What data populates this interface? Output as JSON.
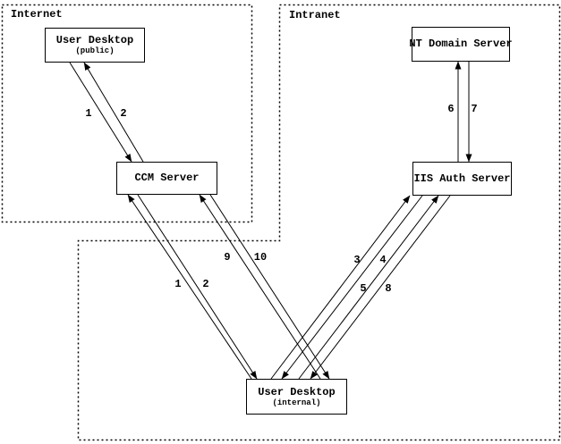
{
  "diagram": {
    "colors": {
      "line": "#000000",
      "background": "#ffffff"
    },
    "zones": {
      "internet": {
        "label": "Internet"
      },
      "intranet": {
        "label": "Intranet"
      }
    },
    "nodes": {
      "user_desktop_public": {
        "title": "User Desktop",
        "subtitle": "(public)"
      },
      "ccm_server": {
        "title": "CCM Server"
      },
      "nt_domain_server": {
        "title": "NT Domain Server"
      },
      "iis_auth_server": {
        "title": "IIS Auth Server"
      },
      "user_desktop_internal": {
        "title": "User Desktop",
        "subtitle": "(internal)"
      }
    },
    "edges": [
      {
        "label": "1",
        "from": "user_desktop_public",
        "to": "ccm_server"
      },
      {
        "label": "2",
        "from": "ccm_server",
        "to": "user_desktop_public"
      },
      {
        "label": "1",
        "from": "user_desktop_internal",
        "to": "ccm_server"
      },
      {
        "label": "2",
        "from": "ccm_server",
        "to": "user_desktop_internal"
      },
      {
        "label": "9",
        "from": "user_desktop_internal",
        "to": "ccm_server"
      },
      {
        "label": "10",
        "from": "ccm_server",
        "to": "user_desktop_internal"
      },
      {
        "label": "3",
        "from": "user_desktop_internal",
        "to": "iis_auth_server"
      },
      {
        "label": "4",
        "from": "iis_auth_server",
        "to": "user_desktop_internal"
      },
      {
        "label": "5",
        "from": "user_desktop_internal",
        "to": "iis_auth_server"
      },
      {
        "label": "8",
        "from": "iis_auth_server",
        "to": "user_desktop_internal"
      },
      {
        "label": "6",
        "from": "iis_auth_server",
        "to": "nt_domain_server"
      },
      {
        "label": "7",
        "from": "nt_domain_server",
        "to": "iis_auth_server"
      }
    ]
  }
}
